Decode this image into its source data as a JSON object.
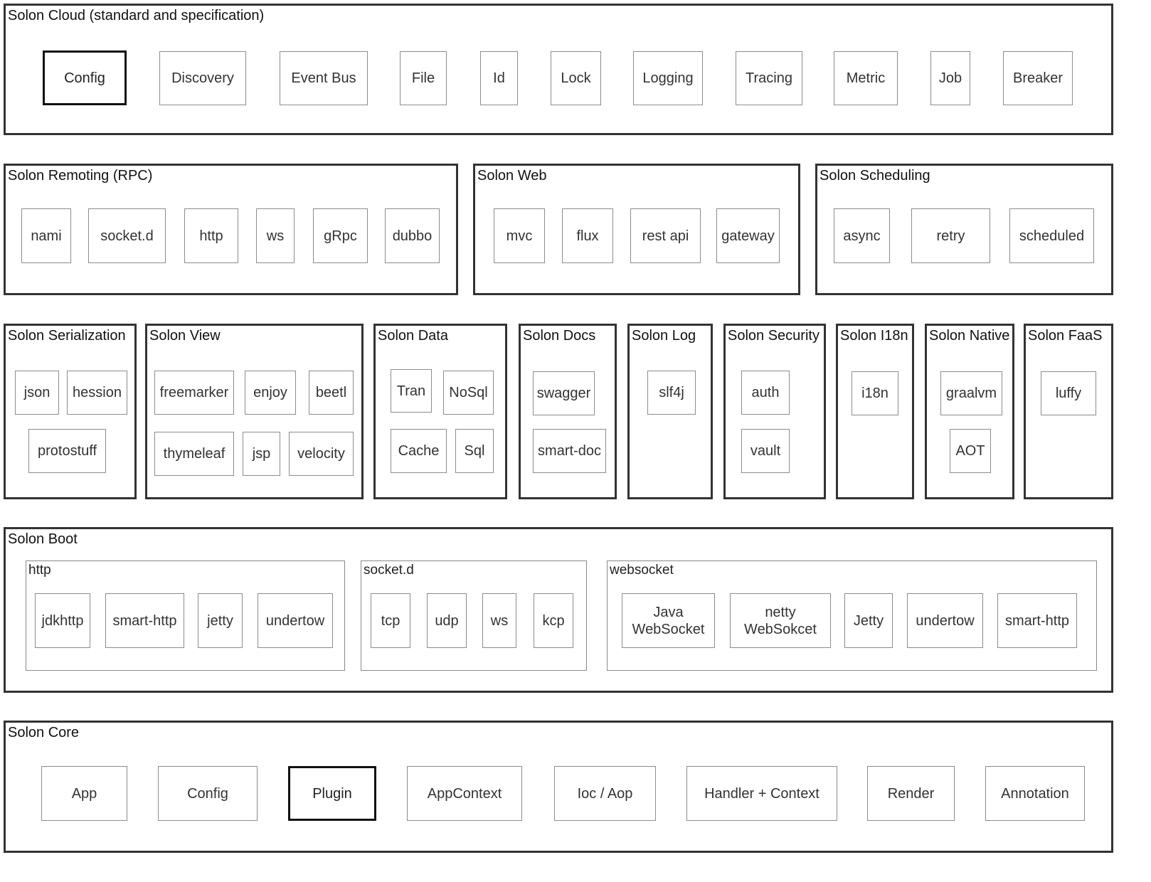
{
  "solon_cloud": {
    "title": "Solon Cloud (standard and specification)",
    "items": [
      "Config",
      "Discovery",
      "Event Bus",
      "File",
      "Id",
      "Lock",
      "Logging",
      "Tracing",
      "Metric",
      "Job",
      "Breaker"
    ]
  },
  "solon_remoting": {
    "title": "Solon Remoting (RPC)",
    "items": [
      "nami",
      "socket.d",
      "http",
      "ws",
      "gRpc",
      "dubbo"
    ]
  },
  "solon_web": {
    "title": "Solon Web",
    "items": [
      "mvc",
      "flux",
      "rest api",
      "gateway"
    ]
  },
  "solon_scheduling": {
    "title": "Solon Scheduling",
    "items": [
      "async",
      "retry",
      "scheduled"
    ]
  },
  "solon_serialization": {
    "title": "Solon Serialization",
    "items": [
      "json",
      "hession",
      "protostuff"
    ]
  },
  "solon_view": {
    "title": "Solon View",
    "items": [
      "freemarker",
      "enjoy",
      "beetl",
      "thymeleaf",
      "jsp",
      "velocity"
    ]
  },
  "solon_data": {
    "title": "Solon Data",
    "items": [
      "Tran",
      "NoSql",
      "Cache",
      "Sql"
    ]
  },
  "solon_docs": {
    "title": "Solon Docs",
    "items": [
      "swagger",
      "smart-doc"
    ]
  },
  "solon_log": {
    "title": "Solon Log",
    "items": [
      "slf4j"
    ]
  },
  "solon_security": {
    "title": "Solon Security",
    "items": [
      "auth",
      "vault"
    ]
  },
  "solon_i18n": {
    "title": "Solon I18n",
    "items": [
      "i18n"
    ]
  },
  "solon_native": {
    "title": "Solon Native",
    "items": [
      "graalvm",
      "AOT"
    ]
  },
  "solon_faas": {
    "title": "Solon FaaS",
    "items": [
      "luffy"
    ]
  },
  "solon_boot": {
    "title": "Solon Boot",
    "http": {
      "title": "http",
      "items": [
        "jdkhttp",
        "smart-http",
        "jetty",
        "undertow"
      ]
    },
    "socketd": {
      "title": "socket.d",
      "items": [
        "tcp",
        "udp",
        "ws",
        "kcp"
      ]
    },
    "websocket": {
      "title": "websocket",
      "items": [
        "Java\nWebSocket",
        "netty\nWebSokcet",
        "Jetty",
        "undertow",
        "smart-http"
      ]
    }
  },
  "solon_core": {
    "title": "Solon Core",
    "items": [
      "App",
      "Config",
      "Plugin",
      "AppContext",
      "Ioc / Aop",
      "Handler + Context",
      "Render",
      "Annotation"
    ]
  }
}
